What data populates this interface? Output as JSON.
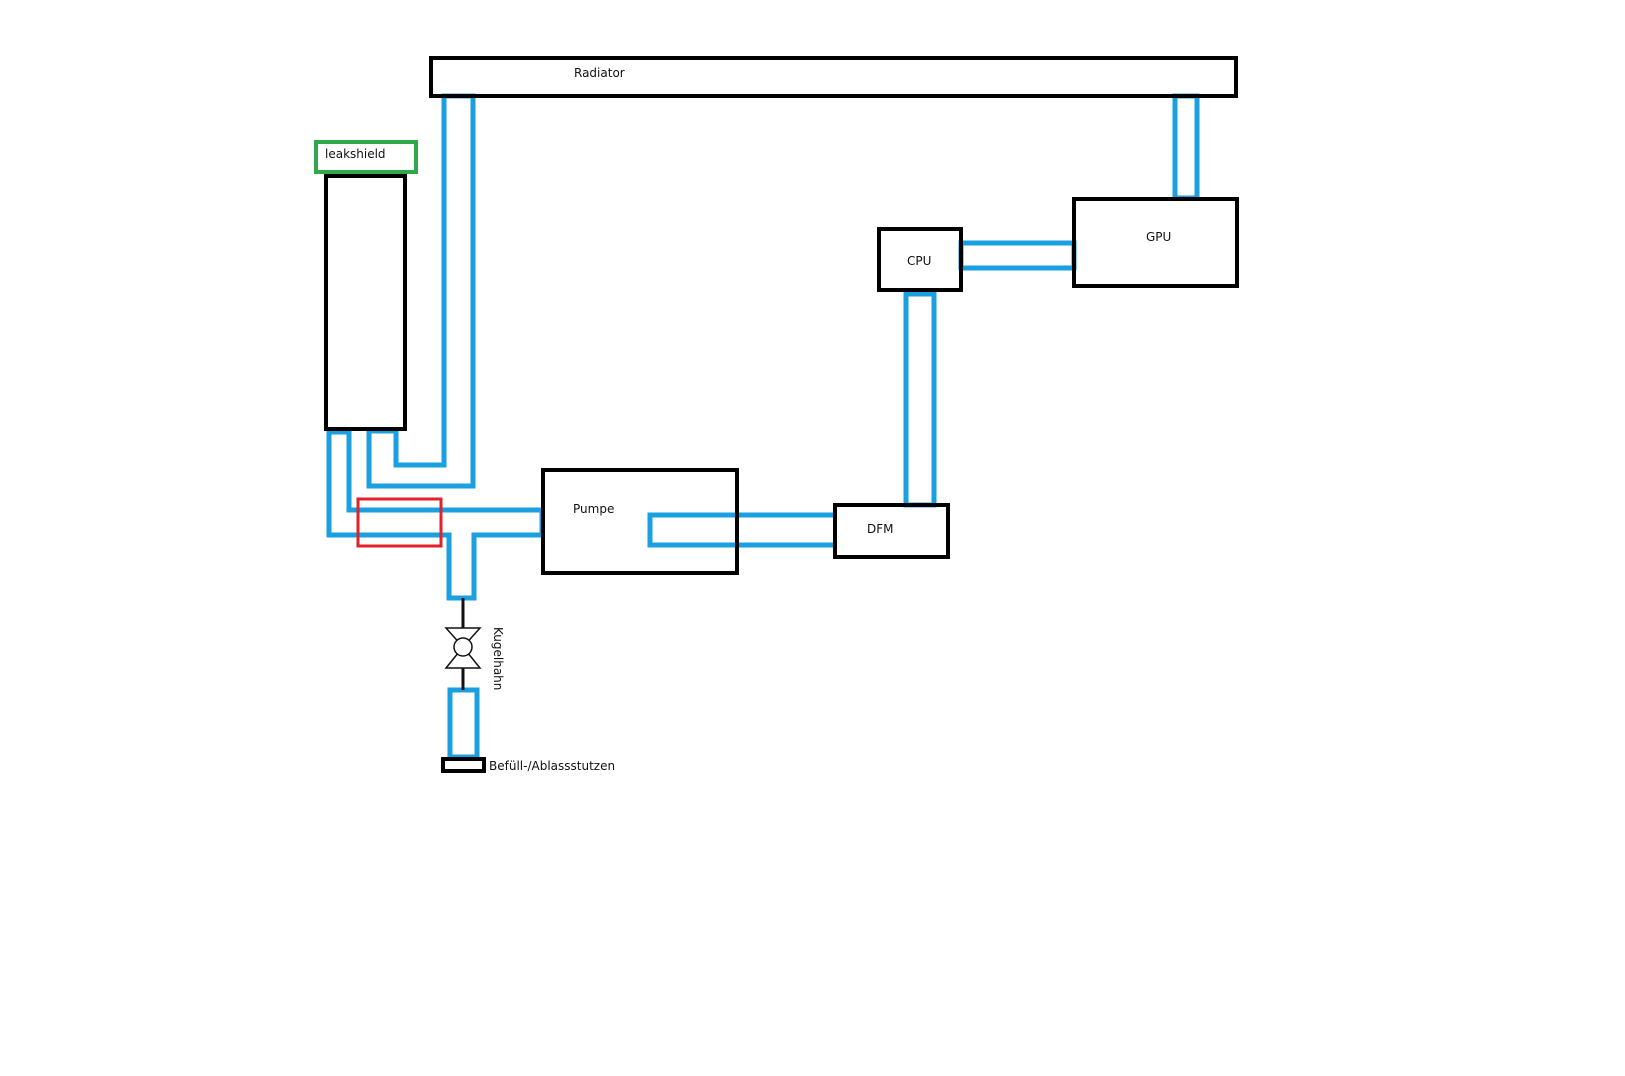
{
  "labels": {
    "radiator": "Radiator",
    "leakshield": "leakshield",
    "pump": "Pumpe",
    "dfm": "DFM",
    "cpu": "CPU",
    "gpu": "GPU",
    "ball_valve": "Kugelhahn",
    "fill_drain_port": "Befüll-/Ablassstutzen"
  },
  "colors": {
    "tube": "#1aa0e0",
    "component": "#000000",
    "leakshield": "#2ea84a",
    "highlight": "#e0222a"
  }
}
